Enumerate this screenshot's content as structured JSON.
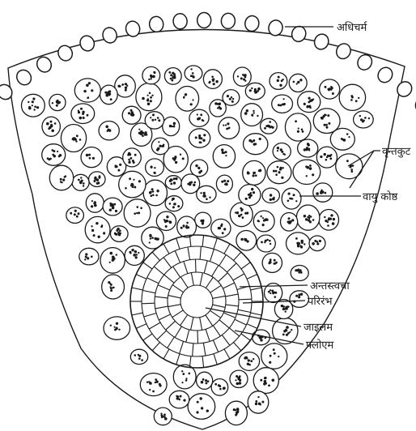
{
  "diagram": {
    "labels": {
      "epidermis": "अधिचर्म",
      "papillae": "वृन्तकुट",
      "air_space": "वायु कोष्ठ",
      "endodermis": "अन्तस्त्वचा",
      "pericycle": "परिरंभ",
      "xylem": "जाइलम",
      "phloem": "फ्लोएम"
    }
  },
  "colors": {
    "ink": "#1a1a1a",
    "paper": "#ffffff"
  }
}
